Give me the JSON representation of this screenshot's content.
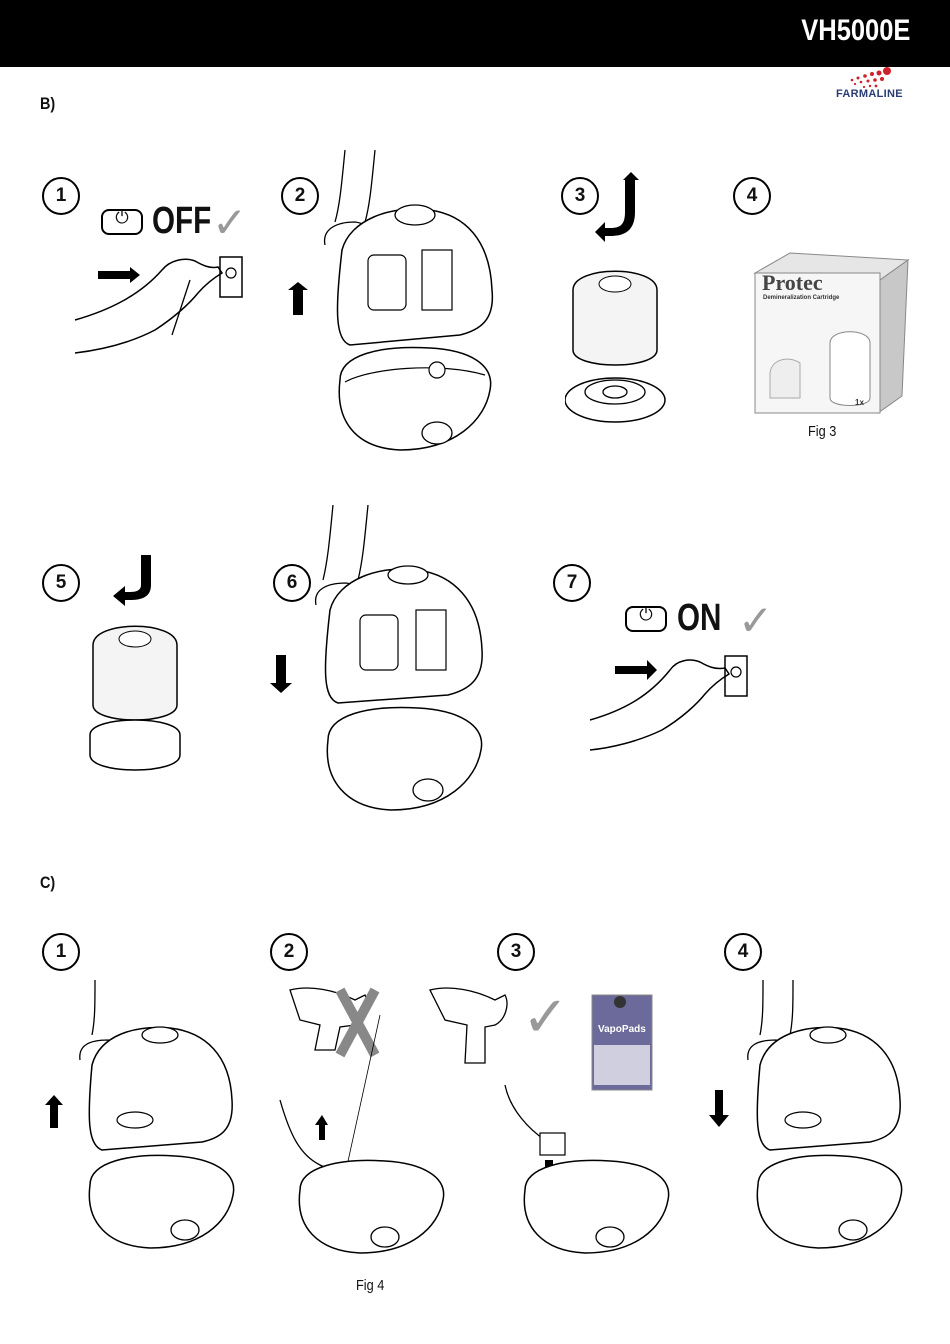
{
  "header": {
    "model": "VH5000E"
  },
  "brand": {
    "logo_text": "FARMALINE",
    "dot_color": "#d0202a",
    "text_color": "#2a3d73"
  },
  "sections": {
    "b_label": "B)",
    "c_label": "C)"
  },
  "steps_b": [
    {
      "n": "1"
    },
    {
      "n": "2"
    },
    {
      "n": "3"
    },
    {
      "n": "4"
    },
    {
      "n": "5"
    },
    {
      "n": "6"
    },
    {
      "n": "7"
    }
  ],
  "steps_c": [
    {
      "n": "1"
    },
    {
      "n": "2"
    },
    {
      "n": "3"
    },
    {
      "n": "4"
    }
  ],
  "power": {
    "off_label": "OFF",
    "on_label": "ON",
    "check_glyph": "✓",
    "power_icon_glyph": "⏻"
  },
  "product_box": {
    "title": "Protec",
    "subtitle": "Demineralization Cartridge",
    "count": "1x"
  },
  "vapopads": {
    "title": "VapoPads"
  },
  "captions": {
    "fig3": "Fig 3",
    "fig4": "Fig 4"
  }
}
